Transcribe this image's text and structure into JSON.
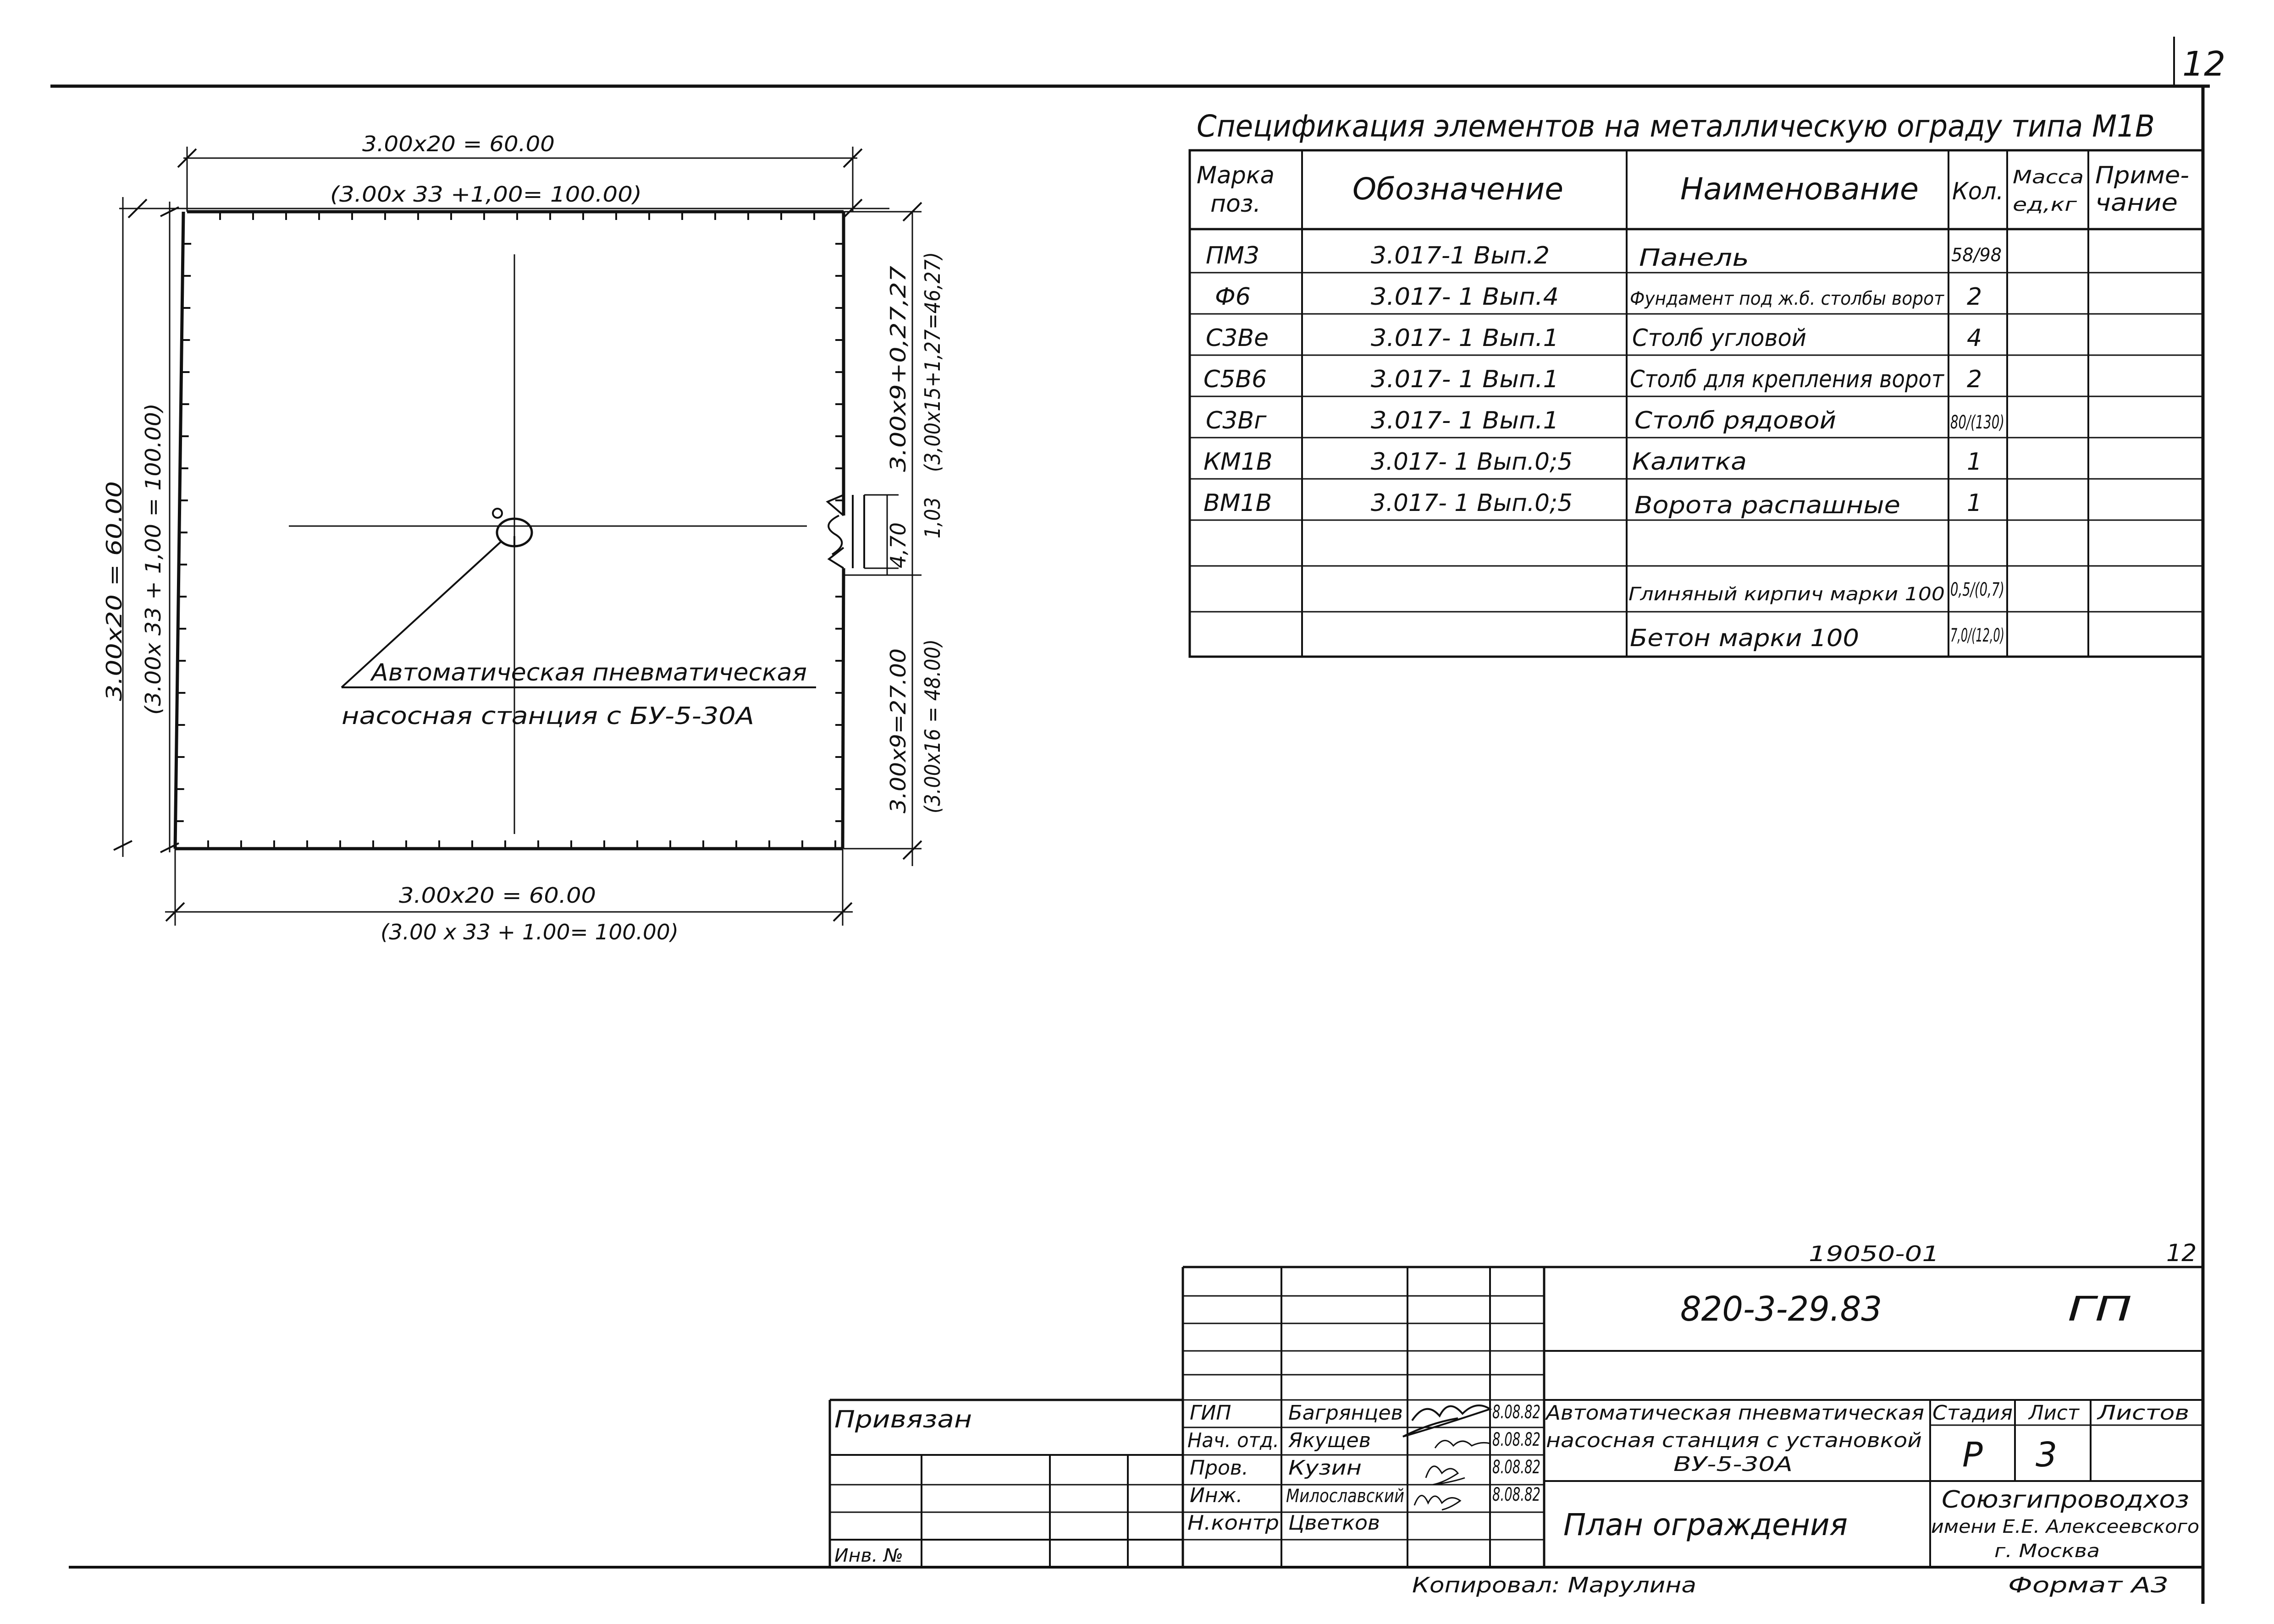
{
  "sheet": {
    "sheet_number_top": "12",
    "sheet_number_bottom": "12",
    "archive_number": "19050-01",
    "copied_by": "Копировал: Марулина",
    "format": "Формат А3"
  },
  "plan": {
    "dim_top_1": "3.00x20 = 60.00",
    "dim_top_2": "(3.00x 33 +1,00= 100.00)",
    "dim_left_1": "3.00x20 = 60.00",
    "dim_left_2": "(3.00x 33 + 1,00 = 100.00)",
    "dim_right_top_1": "3.00x9+0,27,27",
    "dim_right_top_2": "(3,00x15+1,27=46,27)",
    "dim_gate_1": "4,70",
    "dim_gate_2": "1,03",
    "dim_right_bottom_1": "3.00x9=27.00",
    "dim_right_bottom_2": "(3.00x16 = 48.00)",
    "dim_bottom_1": "3.00x20 = 60.00",
    "dim_bottom_2": "(3.00 x 33 + 1.00= 100.00)",
    "label_line1": "Автоматическая пневматическая",
    "label_line2": "насосная станция с БУ-5-30А"
  },
  "spec": {
    "title": "Спецификация элементов на металлическую ограду типа М1В",
    "headers": {
      "mark_1": "Марка",
      "mark_2": "поз.",
      "designation": "Обозначение",
      "name": "Наименование",
      "qty": "Кол.",
      "mass_1": "Масса",
      "mass_2": "ед,кг",
      "note_1": "Приме-",
      "note_2": "чание"
    },
    "rows": [
      {
        "mark": "ПМ3",
        "designation": "3.017-1 Вып.2",
        "name": "Панель",
        "qty": "58/98"
      },
      {
        "mark": "Ф6",
        "designation": "3.017- 1 Вып.4",
        "name": "Фундамент под ж.б. столбы ворот",
        "qty": "2"
      },
      {
        "mark": "С3Ве",
        "designation": "3.017- 1 Вып.1",
        "name": "Столб угловой",
        "qty": "4"
      },
      {
        "mark": "С5В6",
        "designation": "3.017- 1 Вып.1",
        "name": "Столб для крепления ворот",
        "qty": "2"
      },
      {
        "mark": "С3Вг",
        "designation": "3.017- 1 Вып.1",
        "name": "Столб рядовой",
        "qty": "80/(130)"
      },
      {
        "mark": "КМ1В",
        "designation": "3.017- 1 Вып.0;5",
        "name": "Калитка",
        "qty": "1"
      },
      {
        "mark": "ВМ1В",
        "designation": "3.017- 1 Вып.0;5",
        "name": "Ворота распашные",
        "qty": "1"
      },
      {
        "mark": "",
        "designation": "",
        "name": "",
        "qty": ""
      },
      {
        "mark": "",
        "designation": "",
        "name": "Глиняный кирпич марки 100",
        "qty": "0,5/(0,7)"
      },
      {
        "mark": "",
        "designation": "",
        "name": "Бетон марки 100",
        "qty": "7,0/(12,0)"
      }
    ]
  },
  "title_block": {
    "code": "820-3-29.83",
    "mark": "ГП",
    "privyazan": "Привязан",
    "inv": "Инв. №",
    "people": [
      {
        "role": "ГИП",
        "name": "Багрянцев",
        "date": "8.08.82"
      },
      {
        "role": "Нач. отд.",
        "name": "Якущев",
        "date": "8.08.82"
      },
      {
        "role": "Пров.",
        "name": "Кузин",
        "date": "8.08.82"
      },
      {
        "role": "Инж.",
        "name": "Милославский",
        "date": "8.08.82"
      },
      {
        "role": "Н.контр",
        "name": "Цветков",
        "date": ""
      }
    ],
    "object_name_1": "Автоматическая пневматическая",
    "object_name_2": "насосная станция с установкой",
    "object_name_3": "ВУ-5-30А",
    "stage_label": "Стадия",
    "sheet_label": "Лист",
    "sheets_label": "Листов",
    "stage_value": "Р",
    "sheet_value": "3",
    "sheets_value": "",
    "drawing_name": "План ограждения",
    "org_1": "Союзгипроводхоз",
    "org_2": "имени Е.Е. Алексеевского",
    "org_3": "г. Москва"
  }
}
